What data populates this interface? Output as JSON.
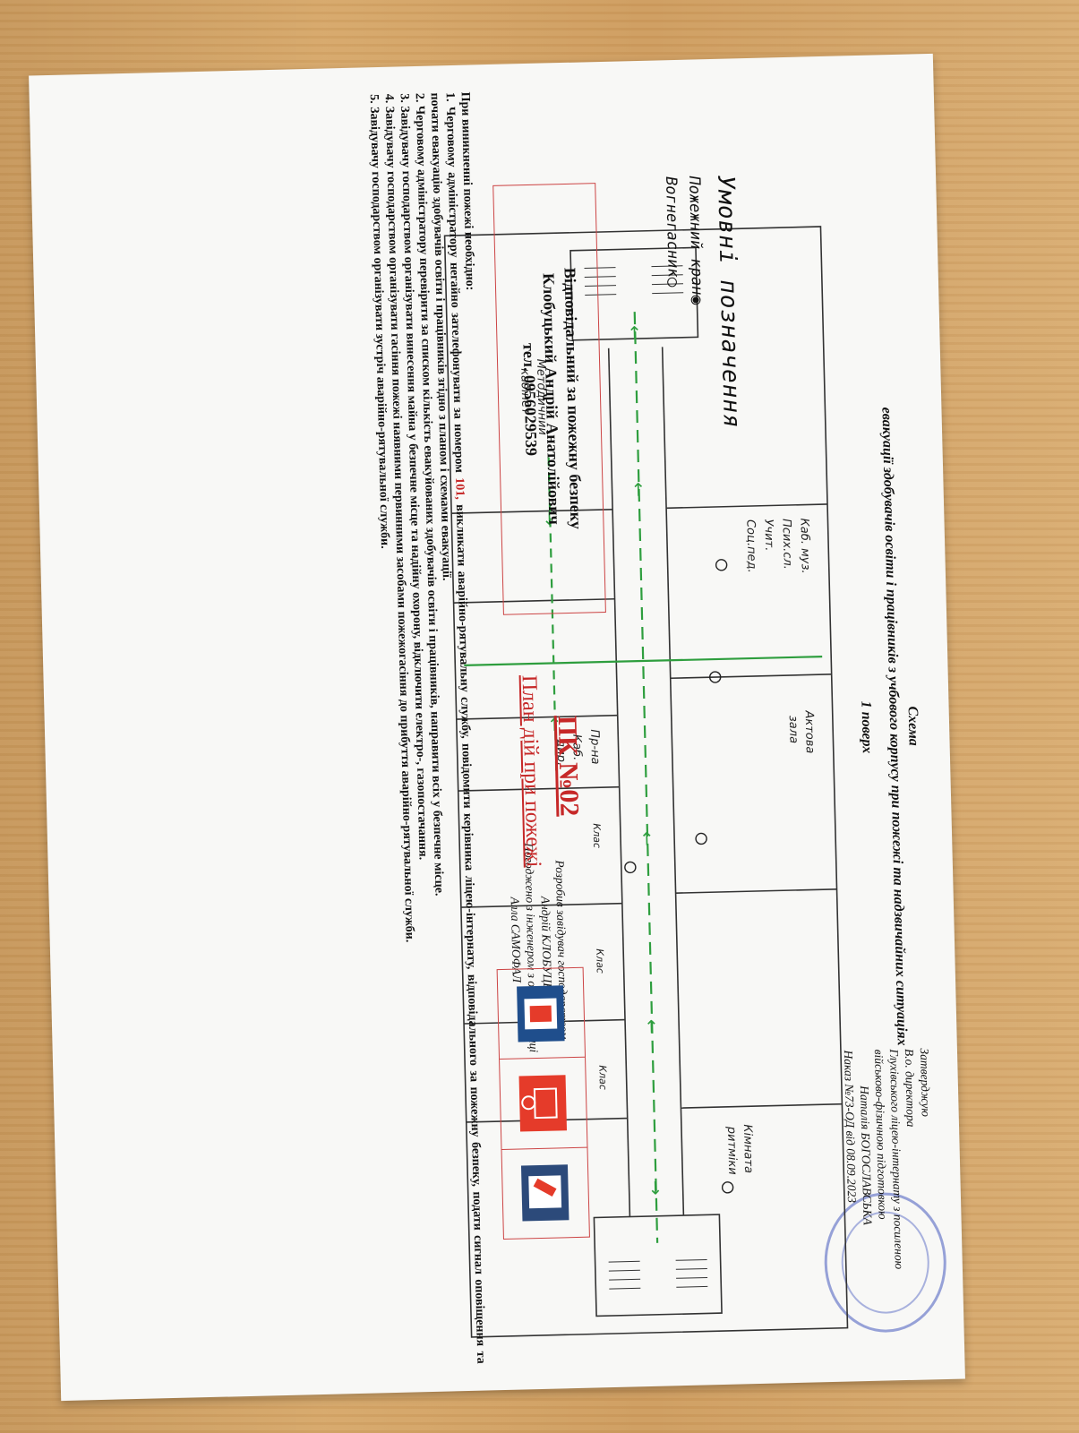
{
  "approval": {
    "lines": [
      "Затверджую",
      "В.о. директора",
      "Глухівського ліцею-інтернату з посиленою",
      "військово-фізичною підготовкою",
      "Наталія БОГОСЛАВСЬКА",
      "Наказ №73-ОД від 08.09.2023"
    ]
  },
  "header": {
    "line1": "Схема",
    "line2": "евакуації здобувачів освіти і працівників з учбового корпусу при пожежі та надзвичайних ситуаціях",
    "line3": "1 поверх"
  },
  "rooms": {
    "metodychnyi": [
      "Методичний",
      "кабінет"
    ],
    "kab_muz": "Каб. муз.",
    "psykh": "Псих.сл.",
    "uchyt": "Учит.",
    "sots": "Соц.пед.",
    "aktova": [
      "Актова",
      "зала"
    ],
    "kab_dyr": [
      "Каб.",
      "дир."
    ],
    "pr_na": "Пр-на",
    "klas1": "Клас",
    "klas2": "Клас",
    "klas3": "Клас",
    "rytmika": [
      "Кімната",
      "ритміки"
    ]
  },
  "legend": {
    "title": "Умовні позначення",
    "items": [
      "Пожежний кран",
      "Вогнегасник"
    ]
  },
  "signatures": {
    "lines": [
      "Розробив завідувач господарством",
      "Андрій КЛОБУЦЬКИЙ",
      "Погоджено з інженером з охорони праці",
      "Алла САМОФАЛ"
    ]
  },
  "responsible": {
    "line1": "Відповідальний за пожежну безпеку",
    "line2": "Клобуцький Андрій Анатолійович",
    "line3": "тел. 0956029539"
  },
  "pk": "ПК №02",
  "plan_title": "План дій при пожежі",
  "instructions": {
    "intro": "При виникненні пожежі необхідно:",
    "item1_a": "1. Черговому адміністратору негайно зателефонувати за номером",
    "item1_num": "101,",
    "item1_b": "викликати аварійно-рятувальну службу, повідомити керівника ліцею-інтернату, відповідального за пожежну безпеку, подати сигнал оповіщення та почати евакуацію здобувачів освіти і працівників згідно з планом і схемами евакуації.",
    "item2": "2. Черговому адміністратору перевірити за списком кількість евакуйованих здобувачів освіти і працівників, направити всіх у безпечне місце.",
    "item3": "3. Завідувачу господарством організувати винесення майна у безпечне місце та надійну охорону, відключити електро-, газопостачання.",
    "item4": "4. Завідувачу господарством організувати гасіння пожежі наявними первинними засобами пожежогасіння до прибуття аварійно-рятувальної служби.",
    "item5": "5. Завідувачу господарством організувати зустріч аварійно-рятувальної служби."
  },
  "colors": {
    "route": "#2e9e3e",
    "accent_red": "#c62828",
    "stamp_blue": "#4a5abe",
    "sign_blue": "#1f4e8c",
    "sign_red": "#e53b2a"
  }
}
